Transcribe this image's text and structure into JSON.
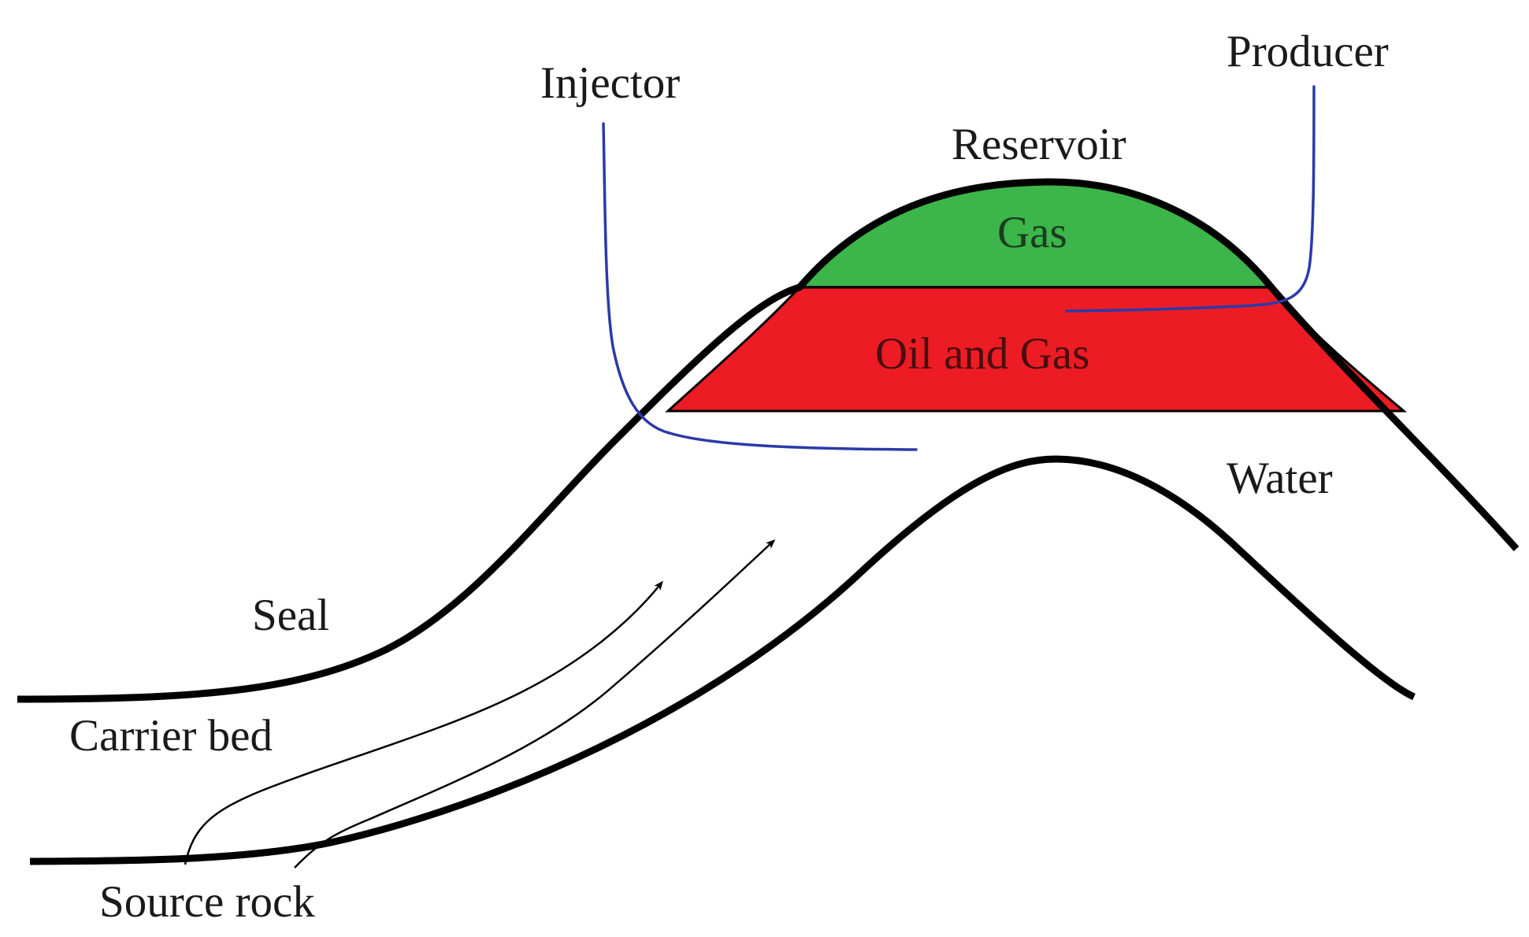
{
  "labels": {
    "injector": "Injector",
    "producer": "Producer",
    "reservoir": "Reservoir",
    "gas": "Gas",
    "oil_and_gas": "Oil and Gas",
    "water": "Water",
    "seal": "Seal",
    "carrier_bed": "Carrier bed",
    "source_rock": "Source rock"
  },
  "colors": {
    "gas_zone": "#3cb54a",
    "oil_zone": "#ed1c24",
    "wells": "#2b3aa8",
    "layers": "#000000",
    "gas_text": "#1a3d1f",
    "oil_text": "#4a0d10"
  }
}
